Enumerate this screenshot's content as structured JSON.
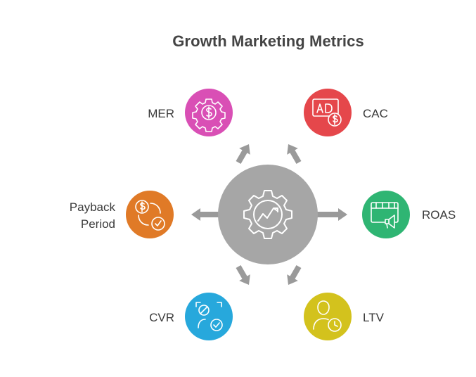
{
  "title": "Growth Marketing Metrics",
  "metrics": {
    "mer": {
      "label": "MER",
      "color": "#d94fb5",
      "icon": "dollar-gear-icon"
    },
    "cac": {
      "label": "CAC",
      "color": "#e5474b",
      "icon": "ad-dollar-icon"
    },
    "payback": {
      "label_line1": "Payback",
      "label_line2": "Period",
      "color": "#e07a27",
      "icon": "dollar-check-cycle-icon"
    },
    "roas": {
      "label": "ROAS",
      "color": "#2fb573",
      "icon": "billboard-megaphone-icon"
    },
    "cvr": {
      "label": "CVR",
      "color": "#27a8dc",
      "icon": "user-pill-check-icon"
    },
    "ltv": {
      "label": "LTV",
      "color": "#d3c21d",
      "icon": "user-clock-icon"
    }
  },
  "hub": {
    "color": "#a6a6a6",
    "icon": "gear-trend-icon"
  },
  "arrow_color": "#9a9a9a"
}
